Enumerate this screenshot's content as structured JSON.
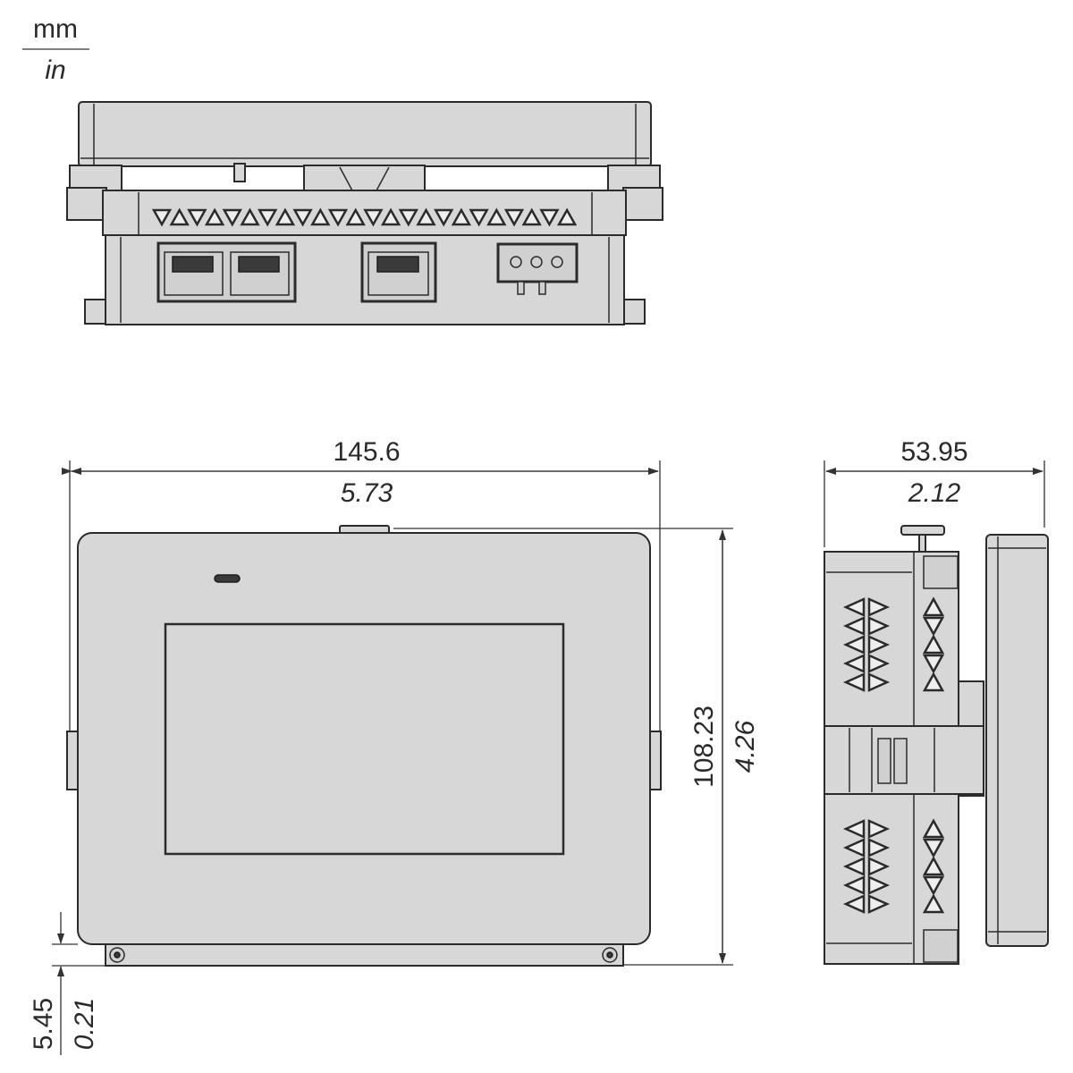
{
  "units": {
    "primary": "mm",
    "secondary": "in"
  },
  "dimensions": {
    "width": {
      "mm": "145.6",
      "in": "5.73"
    },
    "depth": {
      "mm": "53.95",
      "in": "2.12"
    },
    "height": {
      "mm": "108.23",
      "in": "4.26"
    },
    "bottom_offset": {
      "mm": "5.45",
      "in": "0.21"
    }
  },
  "colors": {
    "body": "#d7d7d7",
    "line": "#2b2b2b"
  }
}
